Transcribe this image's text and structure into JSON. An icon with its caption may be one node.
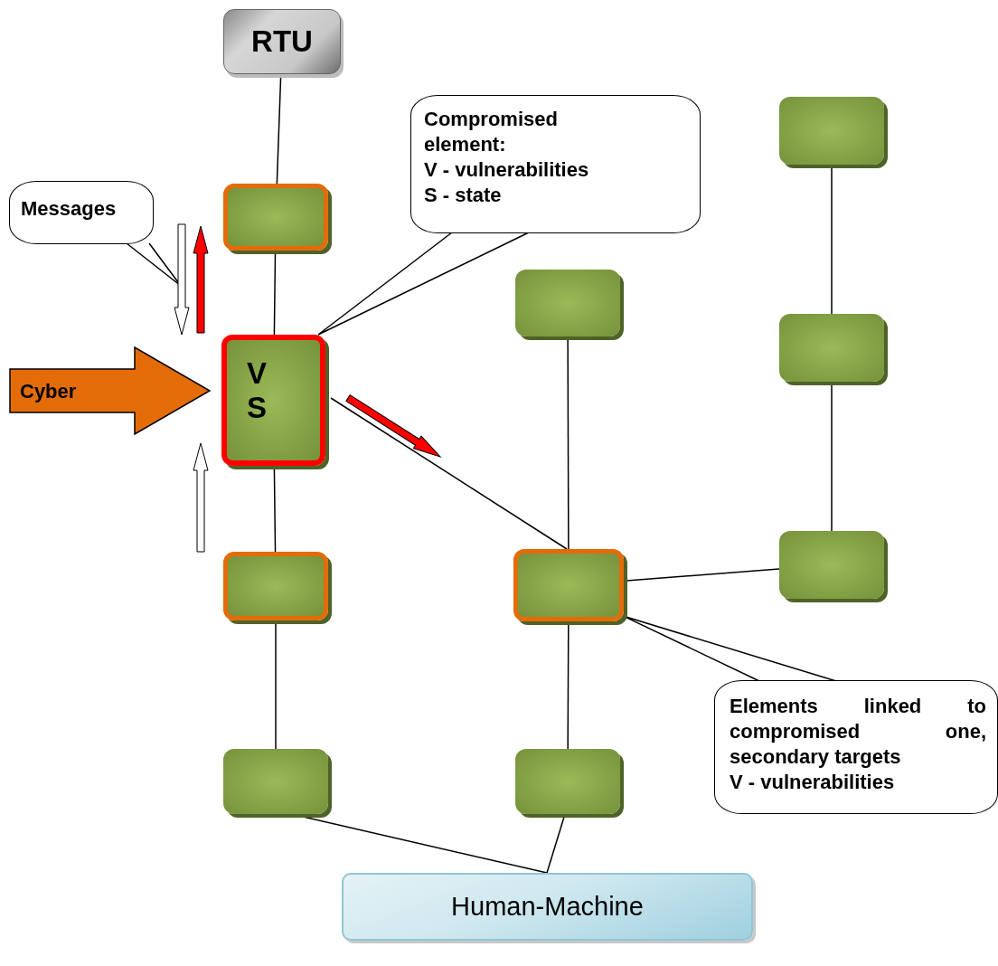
{
  "diagram": {
    "nodes": [
      {
        "text": [
          "RTU"
        ]
      },
      {
        "text": [],
        "shape": "box"
      },
      {
        "text": [
          "V",
          "S"
        ]
      },
      {
        "text": [],
        "shape": "box"
      },
      {
        "text": [],
        "shape": "box"
      },
      {
        "text": [],
        "shape": "box"
      },
      {
        "text": [],
        "shape": "box"
      },
      {
        "text": [],
        "shape": "box"
      },
      {
        "text": [],
        "shape": "box"
      },
      {
        "text": [],
        "shape": "box"
      },
      {
        "text": [],
        "shape": "box"
      },
      {
        "text": [
          "Human-Machine"
        ]
      },
      {
        "text": [
          "Compromised element:",
          "V - vulnerabilities",
          "S - state"
        ]
      },
      {
        "text": [
          "Messages"
        ]
      },
      {
        "text": [
          "Cyber"
        ]
      },
      {
        "text": [
          "Elements linked to compromised one, secondary targets",
          "V - vulnerabilities"
        ]
      }
    ],
    "edges": [
      {
        "from": 0,
        "to": 1,
        "arrow": "none"
      },
      {
        "from": 1,
        "to": 2,
        "arrow": "none"
      },
      {
        "from": 2,
        "to": 3,
        "arrow": "none"
      },
      {
        "from": 3,
        "to": 4,
        "arrow": "none"
      },
      {
        "from": 2,
        "to": 6,
        "arrow": "none"
      },
      {
        "from": 5,
        "to": 6,
        "arrow": "none"
      },
      {
        "from": 6,
        "to": 7,
        "arrow": "none"
      },
      {
        "from": 6,
        "to": 10,
        "arrow": "none"
      },
      {
        "from": 8,
        "to": 9,
        "arrow": "none"
      },
      {
        "from": 9,
        "to": 10,
        "arrow": "none"
      },
      {
        "from": 4,
        "to": 11,
        "arrow": "none"
      },
      {
        "from": 7,
        "to": 11,
        "arrow": "none"
      },
      {
        "from": 12,
        "to": 2,
        "arrow": "none"
      },
      {
        "from": 13,
        "to": null,
        "arrow": "none"
      },
      {
        "from": 15,
        "to": 6,
        "arrow": "none"
      },
      {
        "from": 1,
        "to": 2,
        "arrow": "to",
        "style": "thick",
        "color": "#ffffff"
      },
      {
        "from": 2,
        "to": 1,
        "arrow": "to",
        "style": "thick",
        "color": "#ff0000"
      },
      {
        "from": 3,
        "to": 2,
        "arrow": "to",
        "style": "thick",
        "color": "#ffffff"
      },
      {
        "from": 2,
        "to": null,
        "arrow": "to",
        "style": "thick",
        "color": "#ff0000"
      }
    ]
  }
}
